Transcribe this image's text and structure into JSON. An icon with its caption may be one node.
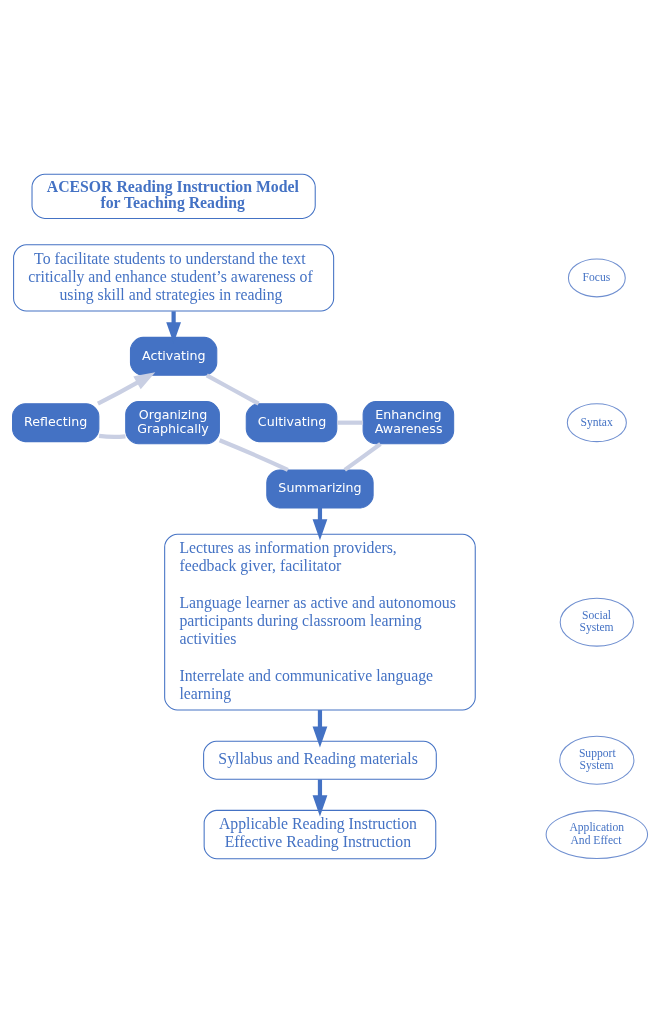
{
  "diagram": {
    "nodes": [
      {
        "text": [
          "ACESOR Reading Instruction Model for Teaching Reading"
        ]
      },
      {
        "text": [
          "To facilitate students to understand the text critically and enhance student’s awareness of using skill and strategies in reading"
        ]
      },
      {
        "text": [
          "Activating"
        ]
      },
      {
        "text": [
          "Cultivating"
        ]
      },
      {
        "text": [
          "Enhancing Awareness"
        ]
      },
      {
        "text": [
          "Summarizing"
        ]
      },
      {
        "text": [
          "Organizing Graphically"
        ]
      },
      {
        "text": [
          "Reflecting"
        ]
      },
      {
        "text": [
          "Lectures as information providers, feedback giver, facilitator",
          "Language learner as active and autonomous participants during classroom learning activities",
          "Interrelate and communicative language learning"
        ]
      },
      {
        "text": [
          "Syllabus and Reading materials"
        ]
      },
      {
        "text": [
          "Applicable Reading Instruction",
          "Effective Reading Instruction"
        ]
      },
      {
        "text": [
          "Focus"
        ]
      },
      {
        "text": [
          "Syntax"
        ]
      },
      {
        "text": [
          "Social System"
        ]
      },
      {
        "text": [
          "Support System"
        ]
      },
      {
        "text": [
          "Application And Effect"
        ]
      }
    ],
    "edges": [
      {
        "from": 1,
        "to": 2,
        "arrow": "to",
        "color": "#4472c4"
      },
      {
        "from": 2,
        "to": 3,
        "arrow": "none"
      },
      {
        "from": 3,
        "to": 4,
        "arrow": "none"
      },
      {
        "from": 4,
        "to": 5,
        "arrow": "none"
      },
      {
        "from": 5,
        "to": 6,
        "arrow": "none"
      },
      {
        "from": 6,
        "to": 7,
        "arrow": "none"
      },
      {
        "from": 7,
        "to": 2,
        "arrow": "to"
      },
      {
        "from": 5,
        "to": 8,
        "arrow": "to",
        "color": "#4472c4"
      },
      {
        "from": 8,
        "to": 9,
        "arrow": "to",
        "color": "#4472c4"
      },
      {
        "from": 9,
        "to": 10,
        "arrow": "to",
        "color": "#4472c4"
      }
    ]
  }
}
